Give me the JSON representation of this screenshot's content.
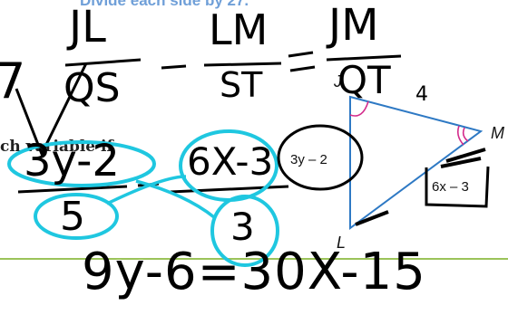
{
  "instruction_caption": "Divide each side by 27.",
  "partial_text": "ch variable if",
  "triangle": {
    "vertex_j": "J",
    "vertex_m": "M",
    "vertex_l": "L",
    "side_jl": "3y – 2",
    "side_lm": "6x – 3"
  },
  "handwriting": {
    "proportion_top": {
      "left": "JL",
      "left_den": "QS",
      "mid": "LM",
      "mid_den": "ST",
      "right": "JM",
      "right_den": "QT"
    },
    "proportion_num": {
      "left": "3y-2",
      "left_den": "5",
      "right": "6X-3",
      "right_den": "3"
    },
    "equation": "9y-6=30X-15",
    "digit_7": "7",
    "digit_4": "4"
  },
  "colors": {
    "cyan_ink": "#1fc7e0",
    "triangle_stroke": "#2e79c4",
    "angle_mark": "#d42c8c",
    "green_rule": "#9bc35a",
    "caption_blue": "#6f9fd8"
  }
}
